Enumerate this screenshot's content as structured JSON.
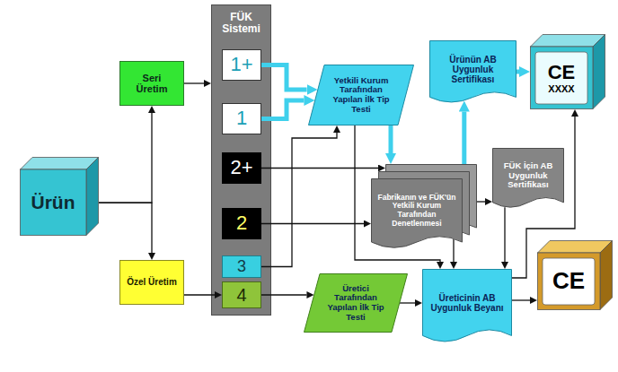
{
  "diagram": {
    "nodes": [
      {
        "text": [
          "Ürün"
        ]
      },
      {
        "text": [
          "Seri Üretim"
        ]
      },
      {
        "text": [
          "Özel Üretim"
        ]
      },
      {
        "text": [
          "FÜK Sistemi"
        ]
      },
      {
        "text": [
          "1+"
        ],
        "in": 3
      },
      {
        "text": [
          "1"
        ],
        "in": 3
      },
      {
        "text": [
          "2+"
        ],
        "in": 3
      },
      {
        "text": [
          "2"
        ],
        "in": 3
      },
      {
        "text": [
          "3"
        ],
        "in": 3
      },
      {
        "text": [
          "4"
        ],
        "in": 3
      },
      {
        "text": [
          "Yetkili Kurum Tarafından Yapılan İlk Tip Testi"
        ]
      },
      {
        "text": [
          "Ürünün AB Uygunluk Sertifikası"
        ]
      },
      {
        "text": [
          "CE",
          "XXXX"
        ]
      },
      {
        "text": [
          "Fabrikanın ve FÜK'ün Yetkili Kurum Tarafından Denetlenmesi"
        ]
      },
      {
        "text": [
          "FÜK İçin AB Uygunluk Sertifikası"
        ]
      },
      {
        "text": [
          "Üretici Tarafından Yapılan İlk Tip Testi"
        ]
      },
      {
        "text": [
          "Üreticinin AB Uygunluk Beyanı"
        ]
      },
      {
        "text": [
          "CE"
        ]
      }
    ],
    "edges": [
      {
        "from": 0,
        "to": 1,
        "arrow": "to"
      },
      {
        "from": 0,
        "to": 2,
        "arrow": "to"
      },
      {
        "from": 1,
        "to": 3,
        "arrow": "to"
      },
      {
        "from": 2,
        "to": 9,
        "arrow": "to"
      },
      {
        "from": 4,
        "to": 10,
        "arrow": "to"
      },
      {
        "from": 5,
        "to": 10,
        "arrow": "to"
      },
      {
        "from": 6,
        "to": 13,
        "arrow": "to"
      },
      {
        "from": 7,
        "to": 13,
        "arrow": "to"
      },
      {
        "from": 8,
        "to": 10,
        "arrow": "to"
      },
      {
        "from": 10,
        "to": 13,
        "arrow": "to"
      },
      {
        "from": 13,
        "to": 11,
        "arrow": "to"
      },
      {
        "from": 11,
        "to": 12,
        "arrow": "to"
      },
      {
        "from": 13,
        "to": 14,
        "arrow": "to"
      },
      {
        "from": 9,
        "to": 15,
        "arrow": "to"
      },
      {
        "from": 10,
        "to": 16,
        "arrow": "to"
      },
      {
        "from": 13,
        "to": 16,
        "arrow": "to"
      },
      {
        "from": 15,
        "to": 16,
        "arrow": "to"
      },
      {
        "from": 14,
        "to": 16,
        "arrow": "to"
      },
      {
        "from": 16,
        "to": 12,
        "arrow": "to"
      },
      {
        "from": 16,
        "to": 17,
        "arrow": "to"
      }
    ]
  }
}
